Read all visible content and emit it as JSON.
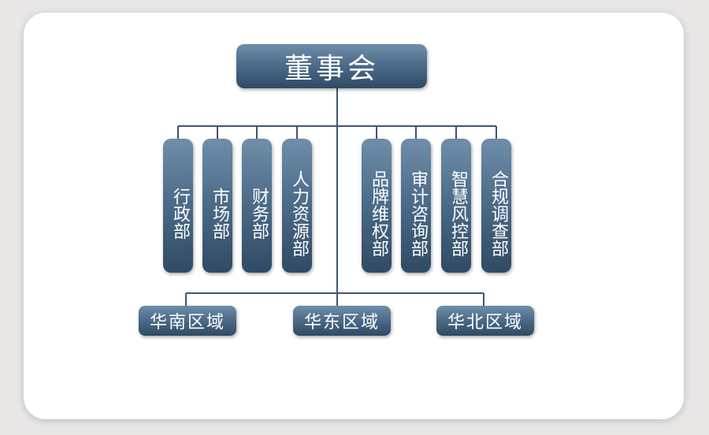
{
  "top": {
    "label": "董事会"
  },
  "departments": [
    {
      "label": "行政部"
    },
    {
      "label": "市场部"
    },
    {
      "label": "财务部"
    },
    {
      "label": "人力资源部"
    },
    {
      "label": "品牌维权部"
    },
    {
      "label": "审计咨询部"
    },
    {
      "label": "智慧风控部"
    },
    {
      "label": "合规调查部"
    }
  ],
  "regions": [
    {
      "label": "华南区域"
    },
    {
      "label": "华东区域"
    },
    {
      "label": "华北区域"
    }
  ],
  "colors": {
    "box_top": "#6f8ea9",
    "box_bottom": "#2f4a64",
    "line": "#3f5670",
    "card": "#ffffff"
  }
}
